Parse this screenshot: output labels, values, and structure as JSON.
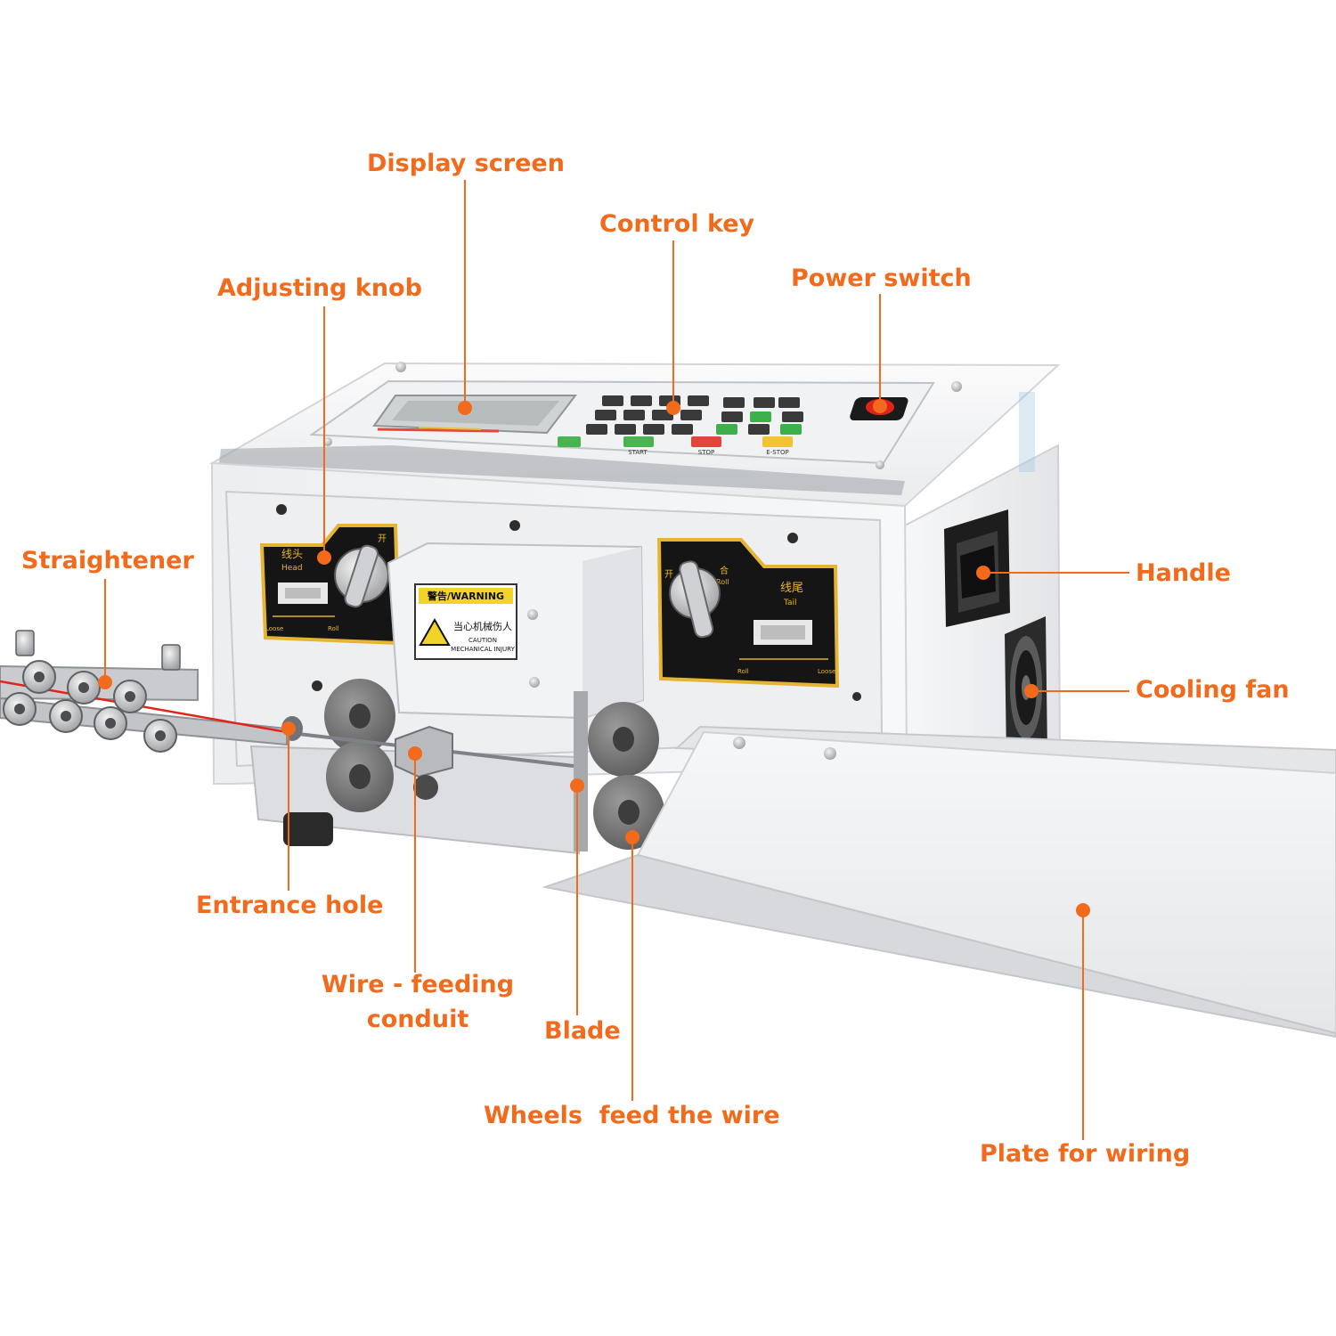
{
  "labels": {
    "display_screen": "Display screen",
    "control_key": "Control key",
    "adjusting_knob": "Adjusting knob",
    "power_switch": "Power switch",
    "straightener": "Straightener",
    "handle": "Handle",
    "cooling_fan": "Cooling fan",
    "entrance_hole": "Entrance hole",
    "wire_feeding_line1": "Wire - feeding",
    "wire_feeding_line2": "conduit",
    "blade": "Blade",
    "wheels": "Wheels  feed the wire",
    "plate": "Plate for wiring"
  },
  "machine": {
    "head_cn": "线头",
    "head_en": "Head",
    "tail_cn": "线尾",
    "tail_en": "Tail",
    "open_cn": "开",
    "close_cn": "合",
    "roll": "Roll",
    "loose": "Loose",
    "warning_cn": "警告/WARNING",
    "warning_sub_cn": "当心机械伤人",
    "caution_1": "CAUTION",
    "caution_2": "MECHANICAL INJURY",
    "start_key": "START",
    "stop_key": "STOP",
    "estop_key": "E-STOP"
  },
  "colors": {
    "accent": "#f26a1b",
    "panel": "#f3f4f5",
    "dark": "#1f1f1f",
    "gold": "#e5b430",
    "roller": "#7b7b7b",
    "keypad": "#3a3a3a"
  }
}
